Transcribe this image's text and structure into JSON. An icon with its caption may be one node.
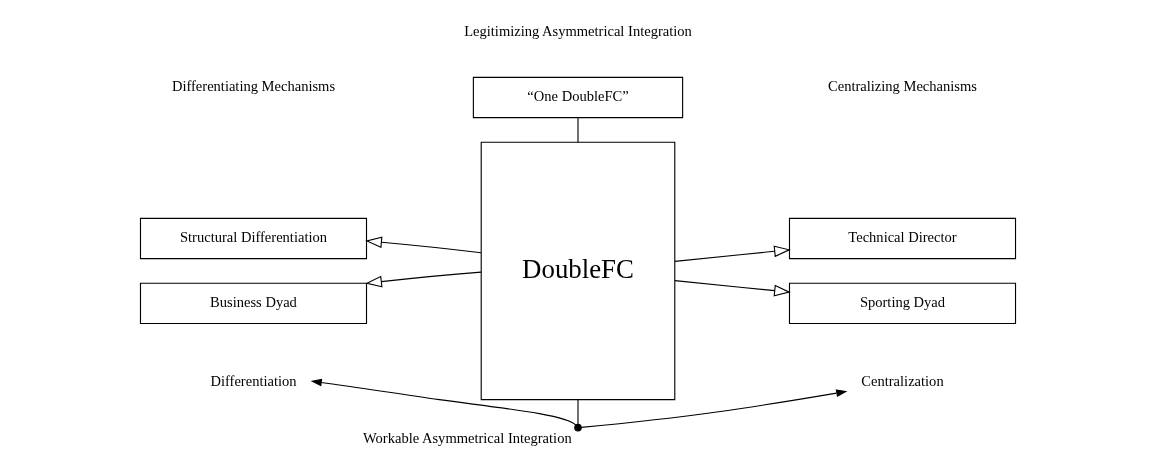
{
  "diagram": {
    "nodes": [
      {
        "text": [
          "“One DoubleFC”"
        ]
      },
      {
        "text": [
          "DoubleFC"
        ]
      },
      {
        "text": [
          "Structural Differentiation"
        ]
      },
      {
        "text": [
          "Business Dyad"
        ]
      },
      {
        "text": [
          "Technical Director"
        ]
      },
      {
        "text": [
          "Sporting Dyad"
        ]
      },
      {
        "text": [
          "Differentiation"
        ]
      },
      {
        "text": [
          "Centralization"
        ]
      },
      {
        "text": [],
        "shape": "circle",
        "beside": [
          "Workable Asymmetrical Integration"
        ]
      }
    ],
    "edges": [
      {
        "from": 0,
        "to": 1,
        "arrow": "none"
      },
      {
        "from": 1,
        "to": 2,
        "arrow": "to"
      },
      {
        "from": 1,
        "to": 3,
        "arrow": "to"
      },
      {
        "from": 1,
        "to": 4,
        "arrow": "to"
      },
      {
        "from": 1,
        "to": 5,
        "arrow": "to"
      },
      {
        "from": 1,
        "to": 8,
        "arrow": "none"
      },
      {
        "from": 8,
        "to": 6,
        "arrow": "to"
      },
      {
        "from": 8,
        "to": 7,
        "arrow": "to"
      }
    ],
    "labels": [
      "Legitimizing Asymmetrical Integration",
      "Differentiating Mechanisms",
      "Centralizing Mechanisms"
    ]
  }
}
